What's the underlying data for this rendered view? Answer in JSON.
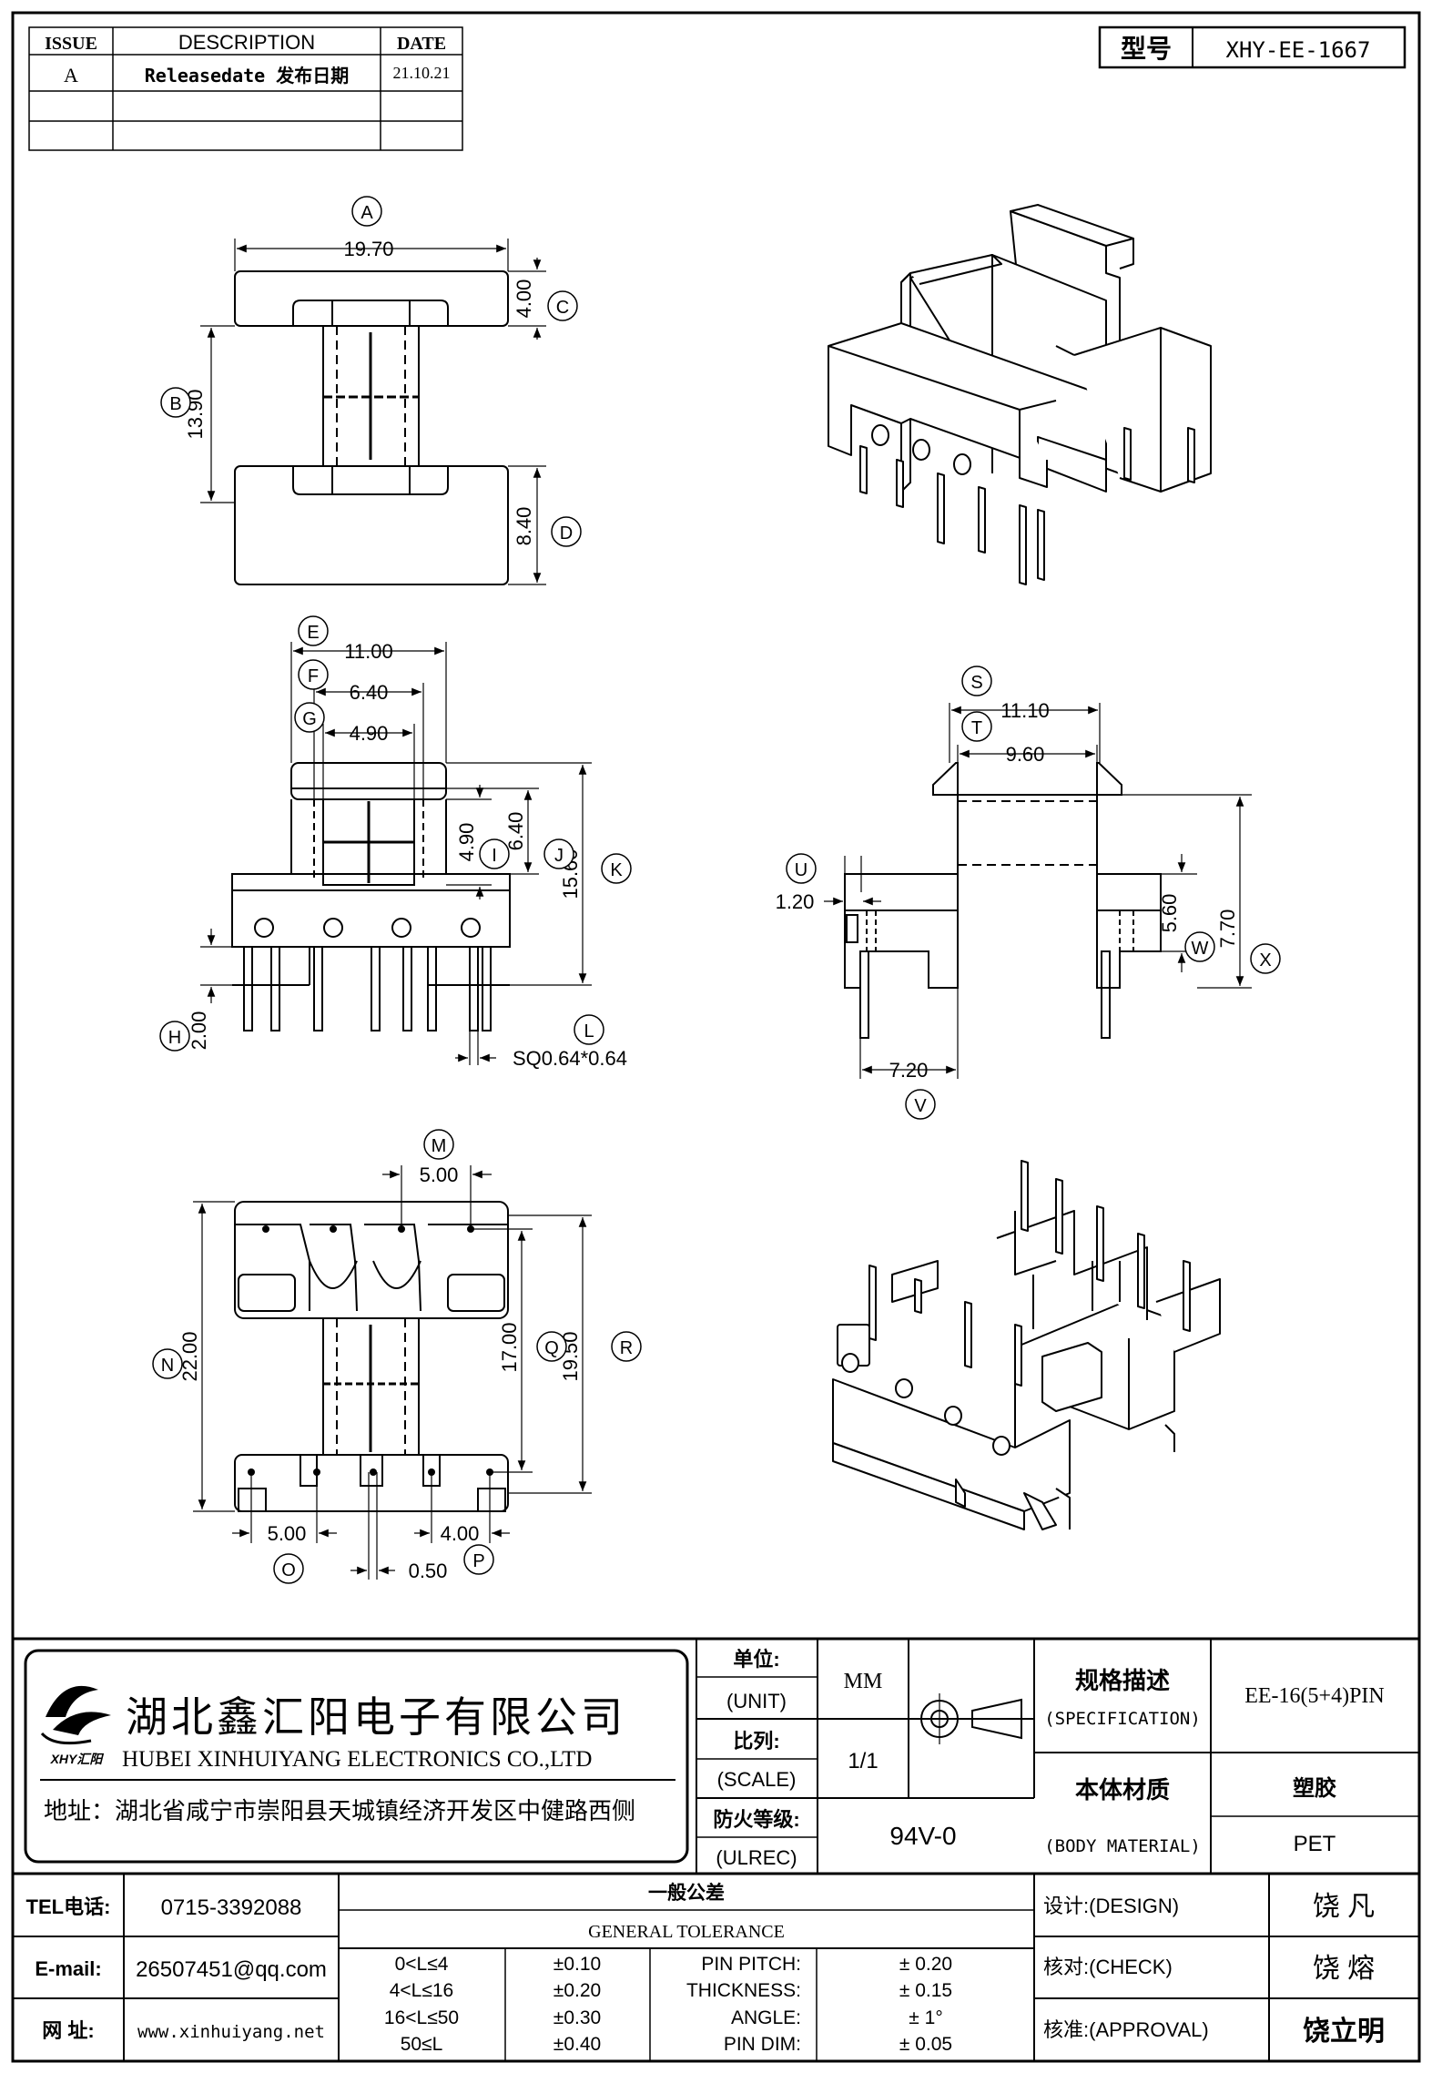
{
  "revision_table": {
    "headers": [
      "ISSUE",
      "DESCRIPTION",
      "DATE"
    ],
    "rows": [
      {
        "issue": "A",
        "description": "Releasedate 发布日期",
        "date": "21.10.21"
      },
      {
        "issue": "",
        "description": "",
        "date": ""
      },
      {
        "issue": "",
        "description": "",
        "date": ""
      }
    ]
  },
  "model": {
    "label": "型号",
    "value": "XHY-EE-1667"
  },
  "dimensions": {
    "top_view": {
      "A": "19.70",
      "B": "13.90",
      "C": "4.00",
      "D": "8.40"
    },
    "front_view": {
      "E": "11.00",
      "F": "6.40",
      "G": "4.90",
      "H": "2.00",
      "I": "4.90",
      "J": "6.40",
      "K": "15.60",
      "L": "SQ0.64*0.64"
    },
    "side_view": {
      "S": "11.10",
      "T": "9.60",
      "U": "1.20",
      "V": "7.20",
      "W": "5.60",
      "X": "7.70"
    },
    "bottom_view": {
      "M": "5.00",
      "N": "22.00",
      "O": "5.00",
      "P": "4.00",
      "O2": "0.50",
      "Q": "17.00",
      "R": "19.50"
    }
  },
  "callouts": [
    "A",
    "B",
    "C",
    "D",
    "E",
    "F",
    "G",
    "H",
    "I",
    "J",
    "K",
    "L",
    "M",
    "N",
    "O",
    "P",
    "Q",
    "R",
    "S",
    "T",
    "U",
    "V",
    "W",
    "X"
  ],
  "company": {
    "name_cn": "湖北鑫汇阳电子有限公司",
    "name_en": "HUBEI XINHUIYANG ELECTRONICS CO.,LTD",
    "address": "地址：湖北省咸宁市崇阳县天城镇经济开发区中健路西侧",
    "logo_text": "XHY汇阳"
  },
  "title_block": {
    "unit_label": "单位:",
    "unit_label_en": "(UNIT)",
    "unit_value": "MM",
    "scale_label": "比列:",
    "scale_label_en": "(SCALE)",
    "scale_value": "1/1",
    "fire_label": "防火等级:",
    "fire_label_en": "(ULREC)",
    "fire_value": "94V-0",
    "spec_label": "规格描述",
    "spec_label_en": "(SPECIFICATION)",
    "spec_value": "EE-16(5+4)PIN",
    "material_label": "本体材质",
    "material_label_en": "(BODY MATERIAL)",
    "material_value_cn": "塑胶",
    "material_value": "PET"
  },
  "contact": {
    "tel_label": "TEL电话:",
    "tel": "0715-3392088",
    "email_label": "E-mail:",
    "email": "26507451@qq.com",
    "web_label": "网  址:",
    "web": "www.xinhuiyang.net"
  },
  "tolerance": {
    "title_cn": "一般公差",
    "title_en": "GENERAL TOLERANCE",
    "ranges": [
      {
        "range": "0<L≤4",
        "tol": "±0.10"
      },
      {
        "range": "4<L≤16",
        "tol": "±0.20"
      },
      {
        "range": "16<L≤50",
        "tol": "±0.30"
      },
      {
        "range": "50≤L",
        "tol": "±0.40"
      }
    ],
    "others": [
      {
        "label": "PIN PITCH:",
        "value": "± 0.20"
      },
      {
        "label": "THICKNESS:",
        "value": "± 0.15"
      },
      {
        "label": "ANGLE:",
        "value": "± 1°"
      },
      {
        "label": "PIN DIM:",
        "value": "± 0.05"
      }
    ]
  },
  "approval": {
    "design_label": "设计:(DESIGN)",
    "design": "饶  凡",
    "check_label": "核对:(CHECK)",
    "check": "饶  熔",
    "approval_label": "核准:(APPROVAL)",
    "approval": "饶立明"
  }
}
